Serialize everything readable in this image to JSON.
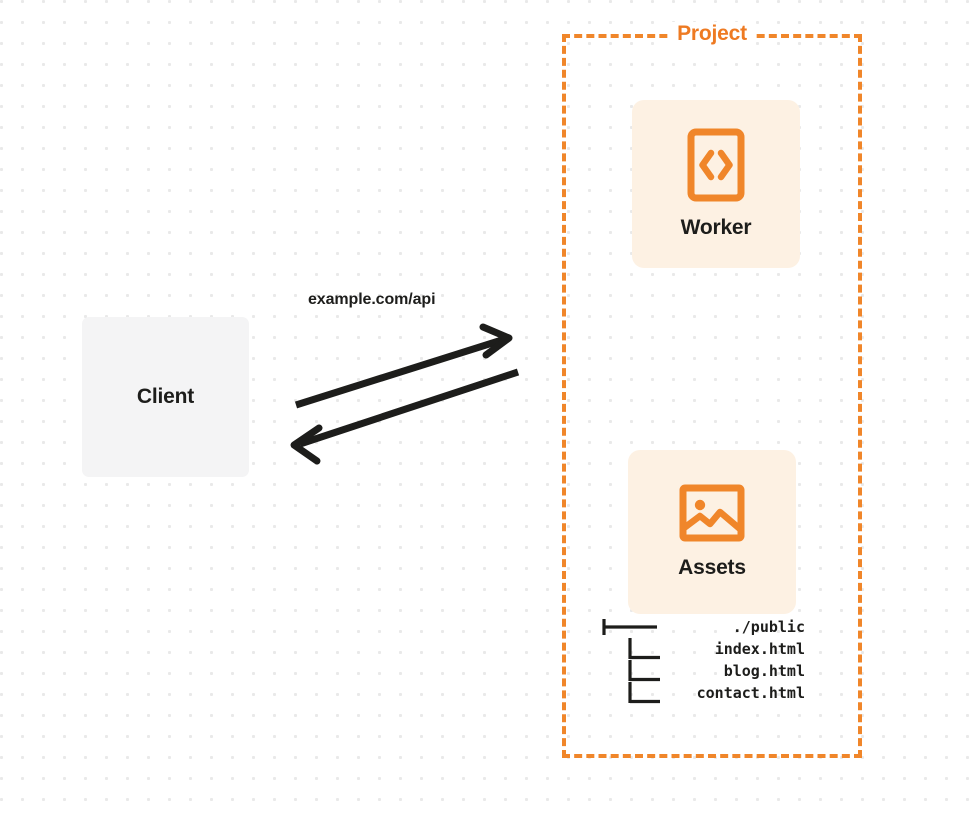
{
  "diagram": {
    "title": "Project",
    "background": {
      "style": "dot-grid",
      "dot_color": "#e9e9e9",
      "page_color": "#ffffff"
    },
    "colors": {
      "accent_orange": "#f0862a",
      "title_orange": "#ee7a22",
      "card_fill": "#fdf1e3",
      "client_fill": "#f4f4f5",
      "text_dark": "#1d1d1b",
      "arrow_dark": "#1d1d1b"
    }
  },
  "client": {
    "label": "Client",
    "icon": "none"
  },
  "project": {
    "label": "Project",
    "border_style": "dashed",
    "cards": [
      {
        "label": "Worker",
        "icon": "code-brackets-icon"
      },
      {
        "label": "Assets",
        "icon": "image-icon"
      }
    ]
  },
  "file_tree": {
    "rows": [
      {
        "connector": "tee",
        "text": "./public"
      },
      {
        "connector": "branch",
        "text": "index.html"
      },
      {
        "connector": "branch",
        "text": "blog.html"
      },
      {
        "connector": "branch",
        "text": "contact.html"
      }
    ]
  },
  "connection": {
    "label": "example.com/api",
    "request_direction": "client-to-project",
    "response_direction": "project-to-client"
  }
}
